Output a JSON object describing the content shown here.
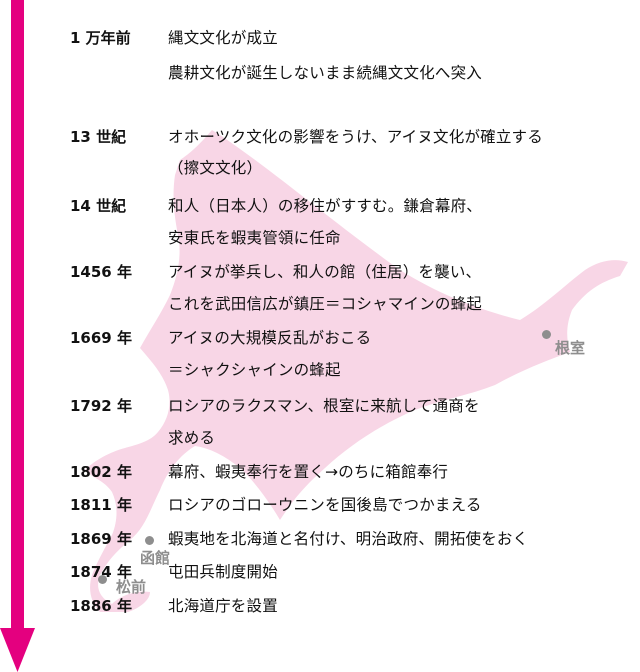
{
  "colors": {
    "arrow": "#e4007f",
    "map": "#f8d6e6",
    "text": "#111111",
    "place": "#8e8e8e"
  },
  "places": {
    "nemuro": "根室",
    "hakodate": "函館",
    "matsumae": "松前"
  },
  "timeline": [
    {
      "year": "1 万年前",
      "lines": [
        "縄文文化が成立",
        "農耕文化が誕生しないまま続縄文文化へ突入"
      ]
    },
    {
      "year": "13 世紀",
      "lines": [
        "オホーツク文化の影響をうけ、アイヌ文化が確立する",
        "（擦文文化）"
      ]
    },
    {
      "year": "14 世紀",
      "lines": [
        "和人（日本人）の移住がすすむ。鎌倉幕府、",
        "安東氏を蝦夷管領に任命"
      ]
    },
    {
      "year": "1456 年",
      "lines": [
        "アイヌが挙兵し、和人の館（住居）を襲い、",
        "これを武田信広が鎮圧＝コシャマインの蜂起"
      ]
    },
    {
      "year": "1669 年",
      "lines": [
        "アイヌの大規模反乱がおこる",
        "＝シャクシャインの蜂起"
      ]
    },
    {
      "year": "1792 年",
      "lines": [
        "ロシアのラクスマン、根室に来航して通商を",
        "求める"
      ]
    },
    {
      "year": "1802 年",
      "lines": [
        "幕府、蝦夷奉行を置く→のちに箱館奉行"
      ]
    },
    {
      "year": "1811 年",
      "lines": [
        "ロシアのゴローウニンを国後島でつかまえる"
      ]
    },
    {
      "year": "1869 年",
      "lines": [
        "蝦夷地を北海道と名付け、明治政府、開拓使をおく"
      ]
    },
    {
      "year": "1874 年",
      "lines": [
        "屯田兵制度開始"
      ]
    },
    {
      "year": "1886 年",
      "lines": [
        "北海道庁を設置"
      ]
    }
  ]
}
